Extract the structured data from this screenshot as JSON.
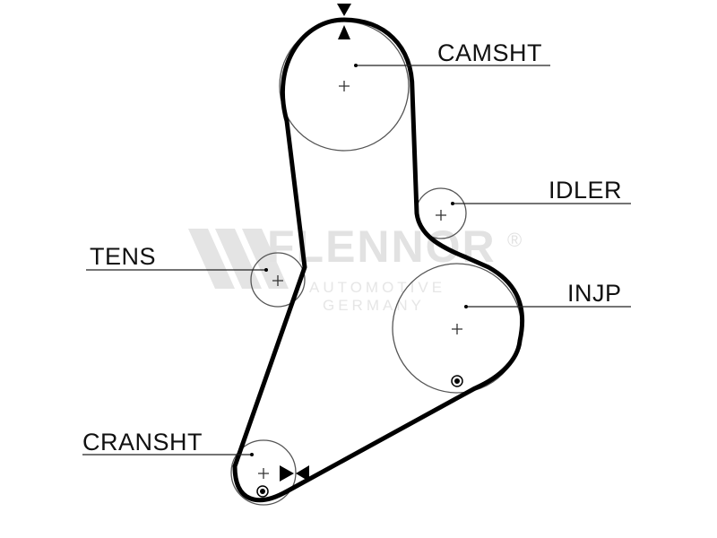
{
  "watermark": {
    "brand": "FLENNOR",
    "line1": "AUTOMOTIVE",
    "line2": "GERMANY",
    "registered": "®"
  },
  "labels": {
    "camshaft": "CAMSHT",
    "idler": "IDLER",
    "tensioner": "TENS",
    "injection_pump": "INJP",
    "crankshaft": "CRANSHT"
  },
  "colors": {
    "belt": "#000000",
    "pulley": "#444444",
    "watermark": "#e2e2e2"
  }
}
